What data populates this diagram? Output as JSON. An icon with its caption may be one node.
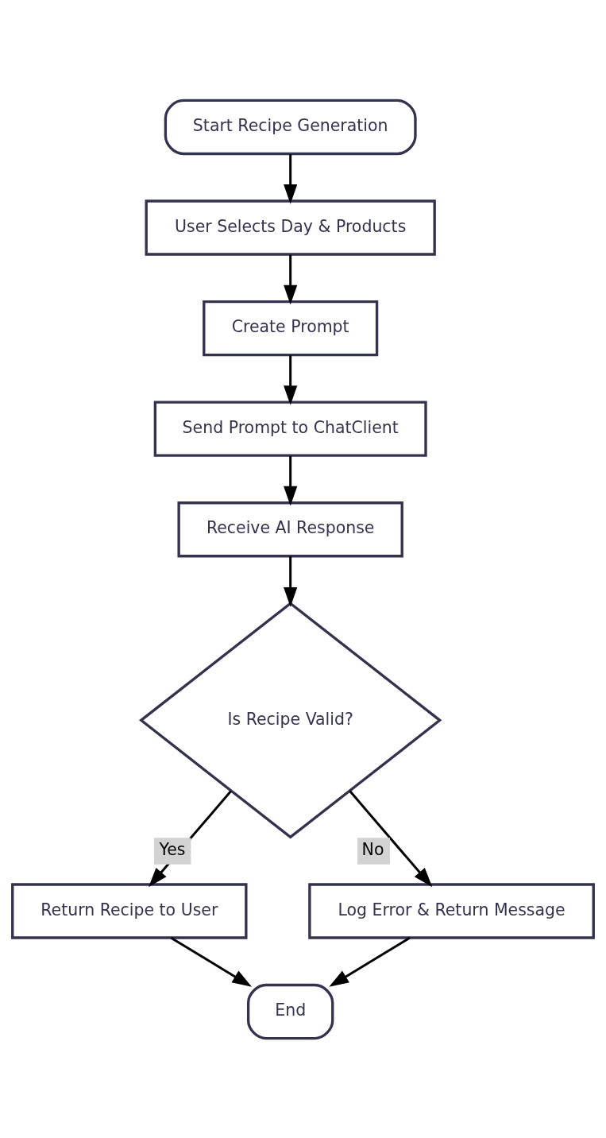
{
  "diagram": {
    "nodes": [
      {
        "text": [
          "Start Recipe Generation"
        ]
      },
      {
        "text": [
          "User Selects Day & Products"
        ]
      },
      {
        "text": [
          "Create Prompt"
        ]
      },
      {
        "text": [
          "Send Prompt to ChatClient"
        ]
      },
      {
        "text": [
          "Receive AI Response"
        ]
      },
      {
        "text": [
          "Is Recipe Valid?"
        ]
      },
      {
        "text": [
          "Return Recipe to User"
        ]
      },
      {
        "text": [
          "Log Error & Return Message"
        ]
      },
      {
        "text": [
          "End"
        ]
      }
    ],
    "edges": [
      {
        "from": 0,
        "to": 1,
        "arrow": "to"
      },
      {
        "from": 1,
        "to": 2,
        "arrow": "to"
      },
      {
        "from": 2,
        "to": 3,
        "arrow": "to"
      },
      {
        "from": 3,
        "to": 4,
        "arrow": "to"
      },
      {
        "from": 4,
        "to": 5,
        "arrow": "to"
      },
      {
        "from": 5,
        "to": 6,
        "arrow": "to",
        "label": "Yes"
      },
      {
        "from": 5,
        "to": 7,
        "arrow": "to",
        "label": "No"
      },
      {
        "from": 6,
        "to": 8,
        "arrow": "to"
      },
      {
        "from": 7,
        "to": 8,
        "arrow": "to"
      }
    ]
  }
}
